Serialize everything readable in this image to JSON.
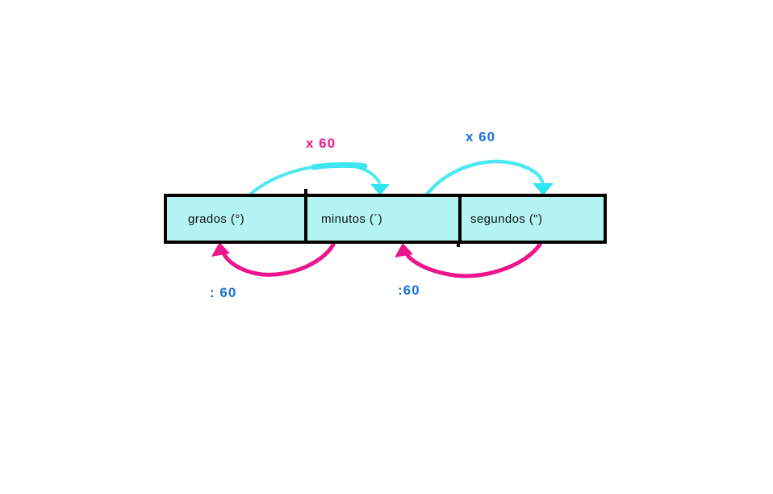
{
  "units_row": {
    "cells": [
      {
        "label": "grados (°)"
      },
      {
        "label": "minutos (´)"
      },
      {
        "label": "segundos (\")"
      }
    ]
  },
  "conversion_labels": {
    "multiply_1": "x 60",
    "multiply_2": "x 60",
    "divide_1": ": 60",
    "divide_2": ":60"
  },
  "colors": {
    "box_fill": "#9ef0f1",
    "box_border": "#000000",
    "multiply_arrow": "#4de8f2",
    "divide_arrow": "#ec158c",
    "multiply_label_1": "#ed1a8d",
    "multiply_label_2": "#1b72d9",
    "divide_label": "#1b72d9",
    "background": "#ffffff"
  }
}
